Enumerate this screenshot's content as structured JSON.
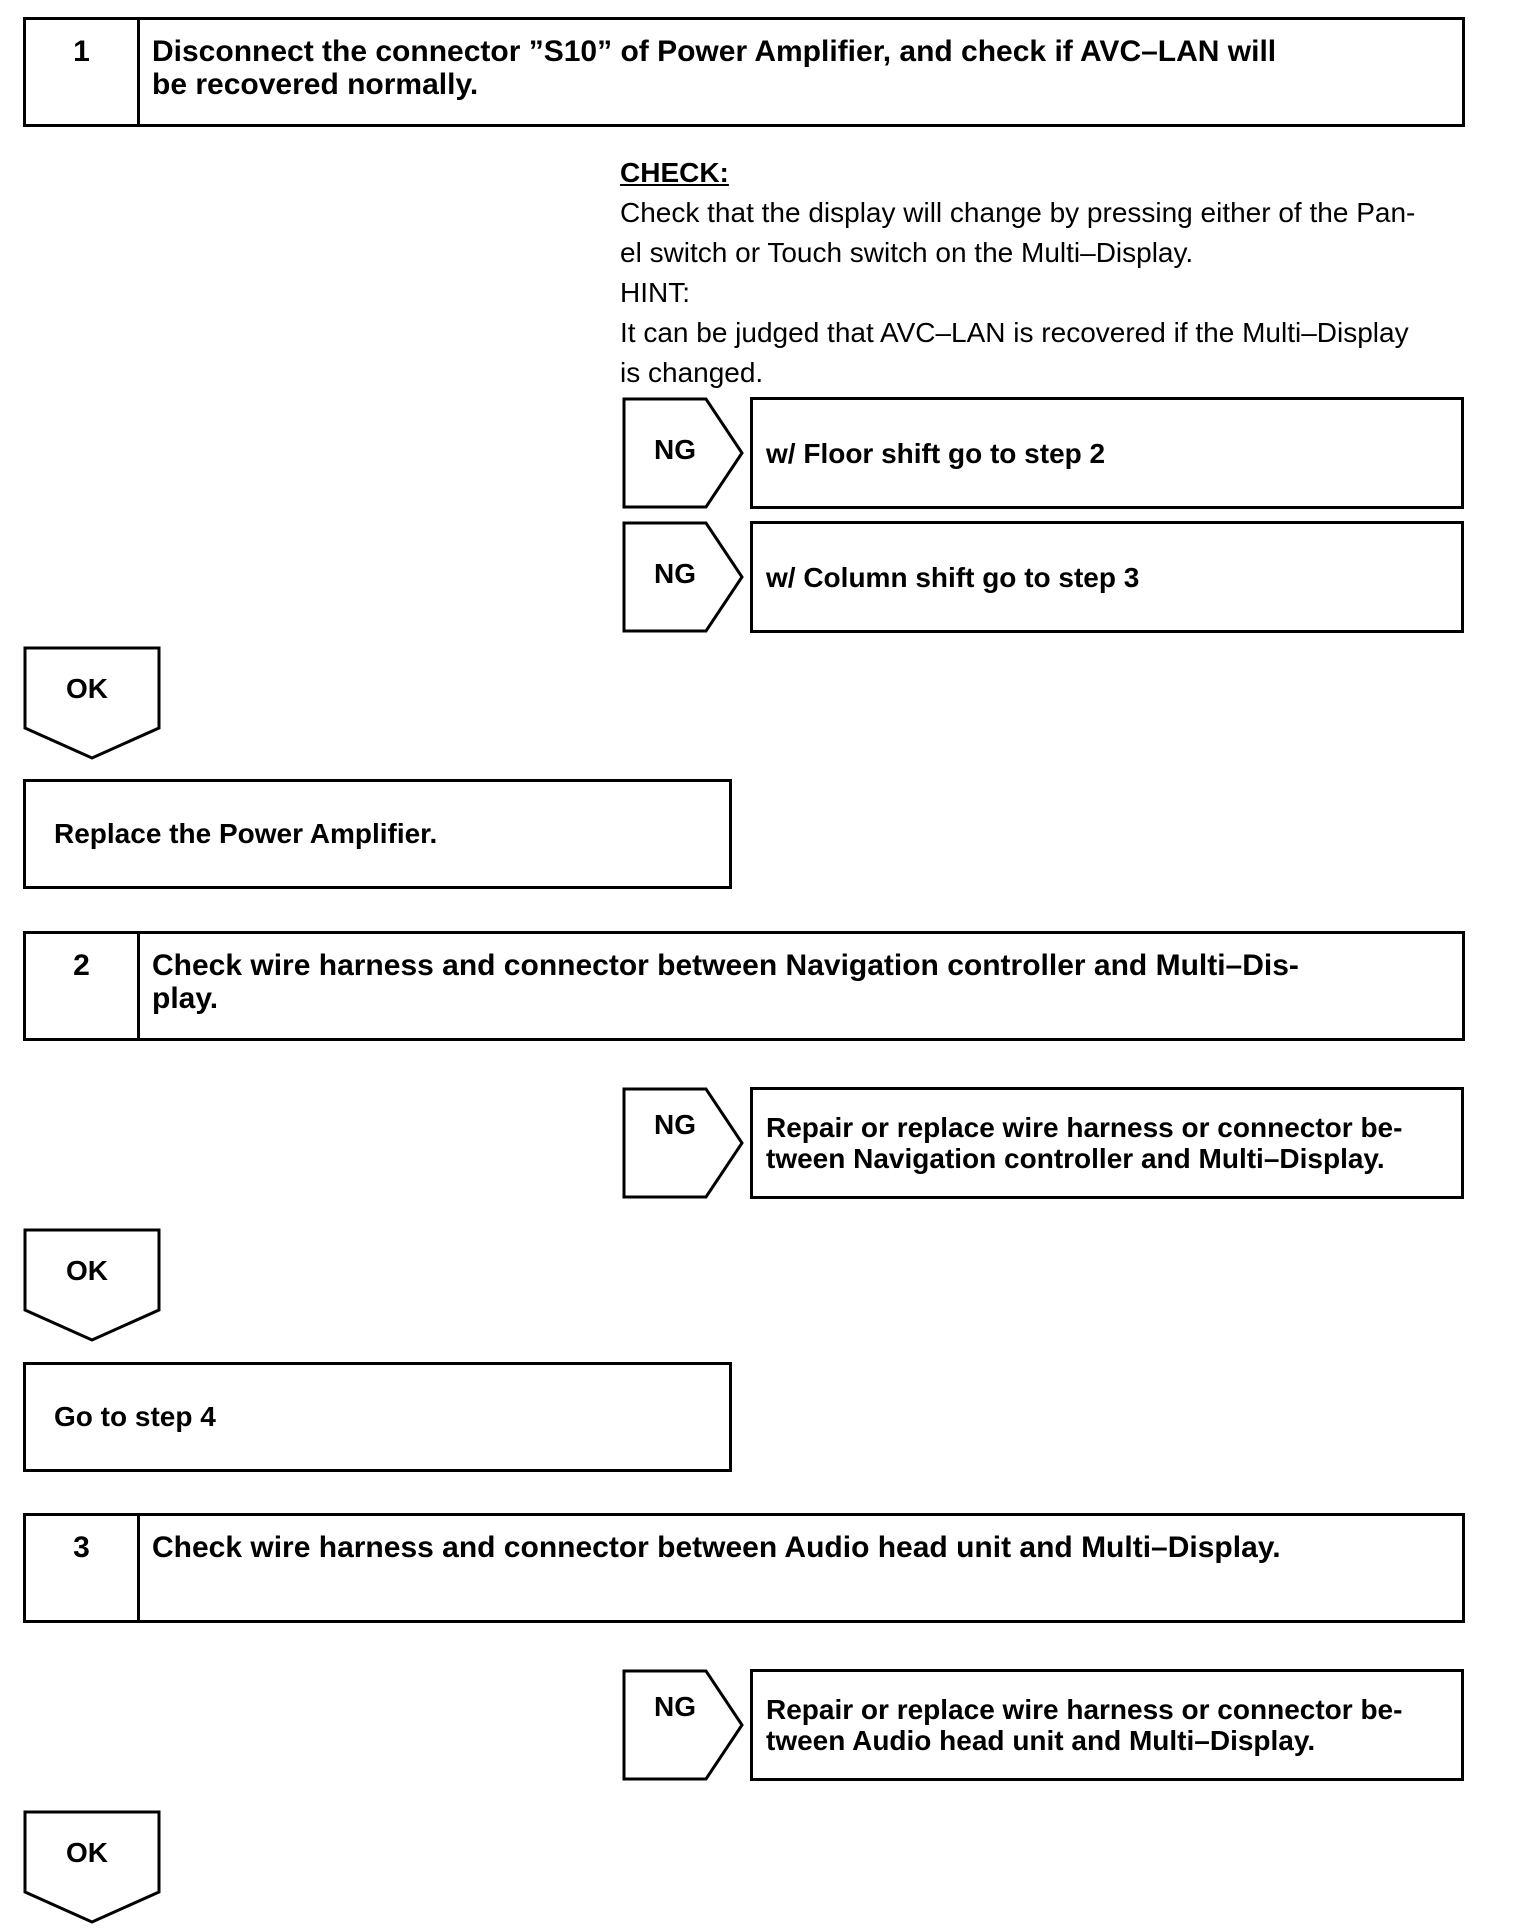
{
  "step1": {
    "number": "1",
    "title_line1": "Disconnect the connector ”S10” of Power Amplifier, and check if AVC–LAN will",
    "title_line2": "be recovered normally."
  },
  "check": {
    "heading": "CHECK:",
    "line1": "Check that the display will change by pressing either of the Pan-",
    "line2": "el switch or Touch switch on the Multi–Display.",
    "hint_label": "HINT:",
    "hint_line1": "It can be judged that AVC–LAN is recovered if the Multi–Display",
    "hint_line2": "is changed."
  },
  "ng_label": "NG",
  "ok_label": "OK",
  "ng1_floor": "w/ Floor shift go to step 2",
  "ng1_column": "w/ Column shift go to step 3",
  "replace_amp": "Replace the Power Amplifier.",
  "step2": {
    "number": "2",
    "title_line1": "Check wire harness and connector between Navigation controller and Multi–Dis-",
    "title_line2": "play."
  },
  "ng2": {
    "line1": "Repair or replace wire harness or connector be-",
    "line2": "tween Navigation controller and Multi–Display."
  },
  "go_step4": "Go to step 4",
  "step3": {
    "number": "3",
    "title_line1": "Check wire harness and connector between Audio head unit and Multi–Display."
  },
  "ng3": {
    "line1": "Repair or replace wire harness or connector be-",
    "line2": "tween Audio head unit and Multi–Display."
  }
}
